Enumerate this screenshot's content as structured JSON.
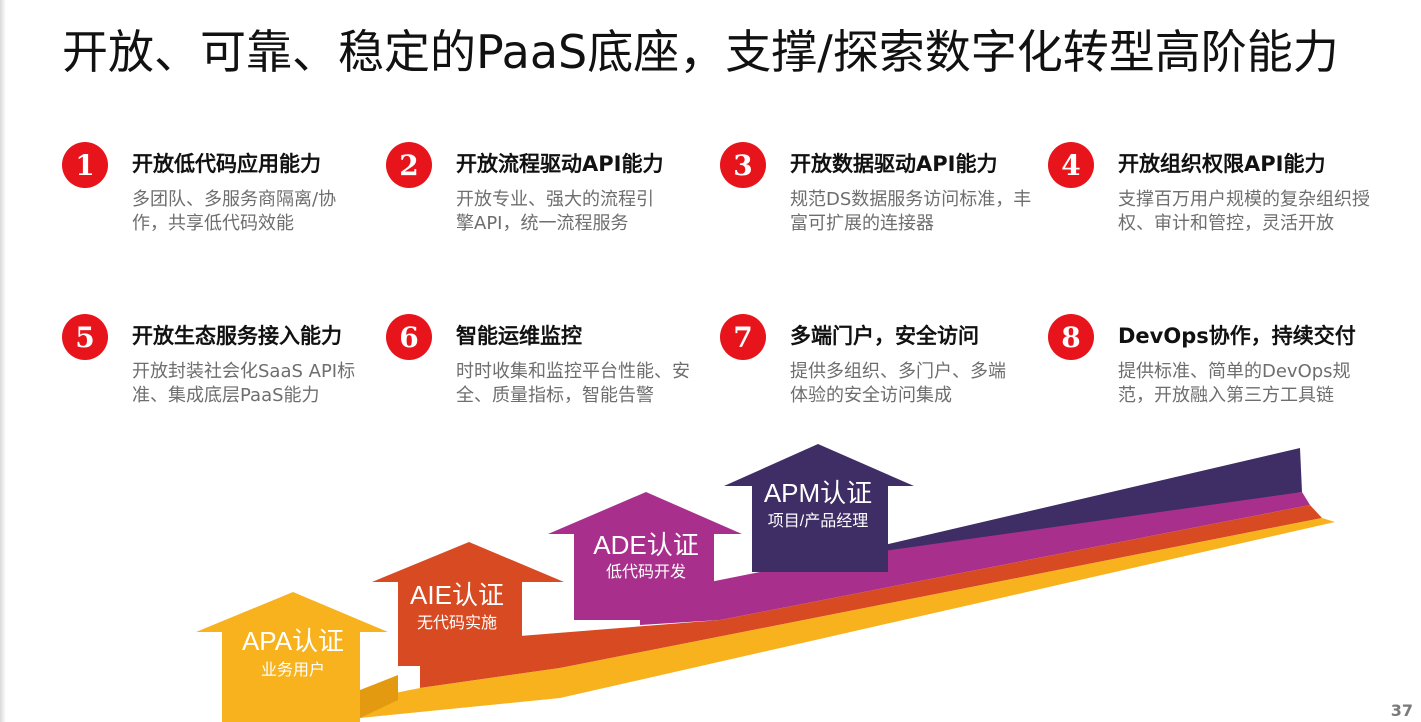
{
  "title": "开放、可靠、稳定的PaaS底座，支撑/探索数字化转型高阶能力",
  "features": [
    {
      "num": "1",
      "title": "开放低代码应用能力",
      "desc": "多团队、多服务商隔离/协作，共享低代码效能"
    },
    {
      "num": "2",
      "title": "开放流程驱动API能力",
      "desc": "开放专业、强大的流程引擎API，统一流程服务"
    },
    {
      "num": "3",
      "title": "开放数据驱动API能力",
      "desc": "规范DS数据服务访问标准，丰富可扩展的连接器"
    },
    {
      "num": "4",
      "title": "开放组织权限API能力",
      "desc": "支撑百万用户规模的复杂组织授权、审计和管控，灵活开放"
    },
    {
      "num": "5",
      "title": "开放生态服务接入能力",
      "desc": "开放封装社会化SaaS API标准、集成底层PaaS能力"
    },
    {
      "num": "6",
      "title": "智能运维监控",
      "desc": "时时收集和监控平台性能、安全、质量指标，智能告警"
    },
    {
      "num": "7",
      "title": "多端门户，安全访问",
      "desc": "提供多组织、多门户、多端体验的安全访问集成"
    },
    {
      "num": "8",
      "title": "DevOps协作，持续交付",
      "desc": "提供标准、简单的DevOps规范，开放融入第三方工具链"
    }
  ],
  "certifications": [
    {
      "name": "APA认证",
      "audience": "业务用户",
      "color": "#f7b21e"
    },
    {
      "name": "AIE认证",
      "audience": "无代码实施",
      "color": "#d84a22"
    },
    {
      "name": "ADE认证",
      "audience": "低代码开发",
      "color": "#a8308c"
    },
    {
      "name": "APM认证",
      "audience": "项目/产品经理",
      "color": "#3f2d66"
    }
  ],
  "page_number": "37"
}
